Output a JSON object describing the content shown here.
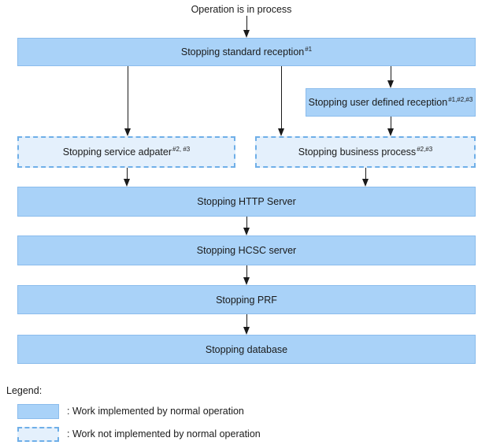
{
  "diagram": {
    "start_label": "Operation is in process",
    "nodes": {
      "standard_reception": {
        "label": "Stopping standard reception",
        "sup": "#1"
      },
      "user_defined_reception": {
        "label": "Stopping user defined reception",
        "sup": "#1,#2,#3"
      },
      "service_adapter": {
        "label": "Stopping service adpater",
        "sup": "#2, #3"
      },
      "business_process": {
        "label": "Stopping business process",
        "sup": "#2,#3"
      },
      "http_server": {
        "label": "Stopping HTTP Server"
      },
      "hcsc_server": {
        "label": "Stopping HCSC server"
      },
      "prf": {
        "label": "Stopping PRF"
      },
      "database": {
        "label": "Stopping database"
      }
    }
  },
  "legend": {
    "title": "Legend:",
    "items": [
      {
        "swatch": "solid",
        "label": ": Work implemented by normal operation"
      },
      {
        "swatch": "dashed",
        "label": ": Work not implemented by normal operation"
      }
    ]
  },
  "colors": {
    "node_fill": "#A9D2F8",
    "node_border": "#8BBCEC",
    "dashed_fill": "#E4F0FC",
    "dashed_border": "#6FAFE8",
    "connector": "#1A1A1A"
  }
}
